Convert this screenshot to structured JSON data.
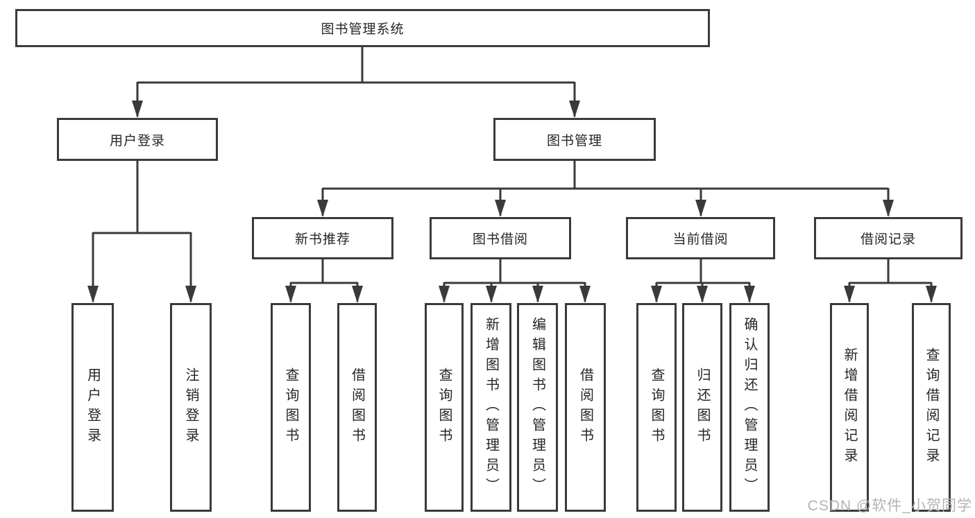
{
  "diagram_type": "hierarchy-tree",
  "tree": {
    "label": "图书管理系统",
    "children": [
      {
        "label": "用户登录",
        "children": [
          {
            "label": "用户登录"
          },
          {
            "label": "注销登录"
          }
        ]
      },
      {
        "label": "图书管理",
        "children": [
          {
            "label": "新书推荐",
            "children": [
              {
                "label": "查询图书"
              },
              {
                "label": "借阅图书"
              }
            ]
          },
          {
            "label": "图书借阅",
            "children": [
              {
                "label": "查询图书"
              },
              {
                "label": "新增图书（管理员）"
              },
              {
                "label": "编辑图书（管理员）"
              },
              {
                "label": "借阅图书"
              }
            ]
          },
          {
            "label": "当前借阅",
            "children": [
              {
                "label": "查询图书"
              },
              {
                "label": "归还图书"
              },
              {
                "label": "确认归还（管理员）"
              }
            ]
          },
          {
            "label": "借阅记录",
            "children": [
              {
                "label": "新增借阅记录"
              },
              {
                "label": "查询借阅记录"
              }
            ]
          }
        ]
      }
    ]
  },
  "watermark": "CSDN @软件_小贺同学",
  "colors": {
    "line": "#3a3a3a",
    "box_border": "#3a3a3a",
    "box_background": "#ffffff",
    "text": "#262626",
    "watermark": "#b3b3b3"
  }
}
